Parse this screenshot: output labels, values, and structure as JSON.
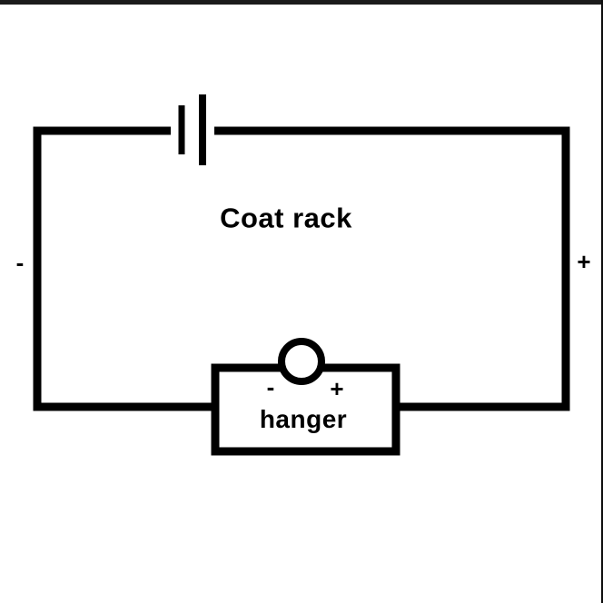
{
  "diagram": {
    "title": "Coat rack",
    "left_terminal_label": "-",
    "right_terminal_label": "+",
    "battery": {
      "type": "battery-cell-symbol"
    },
    "component": {
      "name": "hanger",
      "negative_label": "-",
      "positive_label": "+"
    }
  },
  "colors": {
    "line": "#000000",
    "background": "#ffffff",
    "top_edge_bar": "#1b1b1b",
    "right_edge_line": "#0d0d0d"
  }
}
